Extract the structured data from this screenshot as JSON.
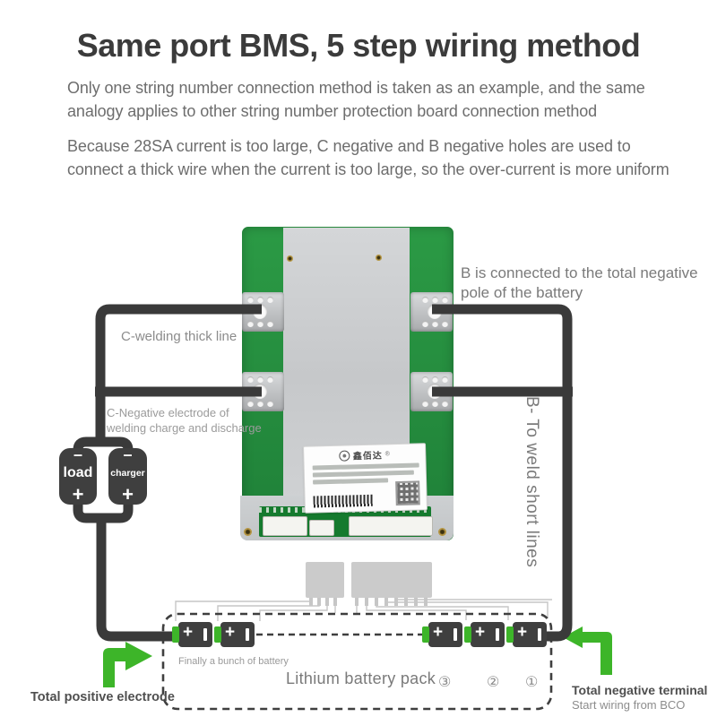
{
  "title": "Same port BMS, 5 step wiring method",
  "intro": {
    "p1_l1": "Only one string number connection method is taken as an example, and the same",
    "p1_l2": "analogy applies to other string number protection board connection method",
    "p2_l1": "Because 28SA current is too large, C negative and B negative holes are used to",
    "p2_l2": "connect a thick wire when the current is too large, so the over-current is more uniform"
  },
  "labels": {
    "c_welding": "C-welding thick line",
    "c_negative_l1": "C-Negative electrode of",
    "c_negative_l2": "welding charge and discharge",
    "b_connected_l1": "B is connected to the total negative",
    "b_connected_l2": "pole of the battery",
    "b_weld_short": "B- To weld short lines",
    "finally_bunch": "Finally a bunch of battery",
    "pack": "Lithium battery pack",
    "total_positive": "Total positive electrode",
    "total_negative": "Total negative terminal",
    "start_wiring": "Start wiring from BCO"
  },
  "components": {
    "load": "load",
    "charger": "charger",
    "minus": "–",
    "plus": "+"
  },
  "board": {
    "brand": "鑫佰达",
    "reg_mark": "®"
  },
  "pack_numbers": [
    "③",
    "②",
    "①"
  ],
  "colors": {
    "wire": "#3a3a3a",
    "pcb_green": "#27913f",
    "arrow_green": "#3db529",
    "plate_gray": "#ccced0",
    "text_dark": "#3b3b3b",
    "text_gray": "#6d6d6d",
    "annotation_gray": "#8c8c8c"
  }
}
